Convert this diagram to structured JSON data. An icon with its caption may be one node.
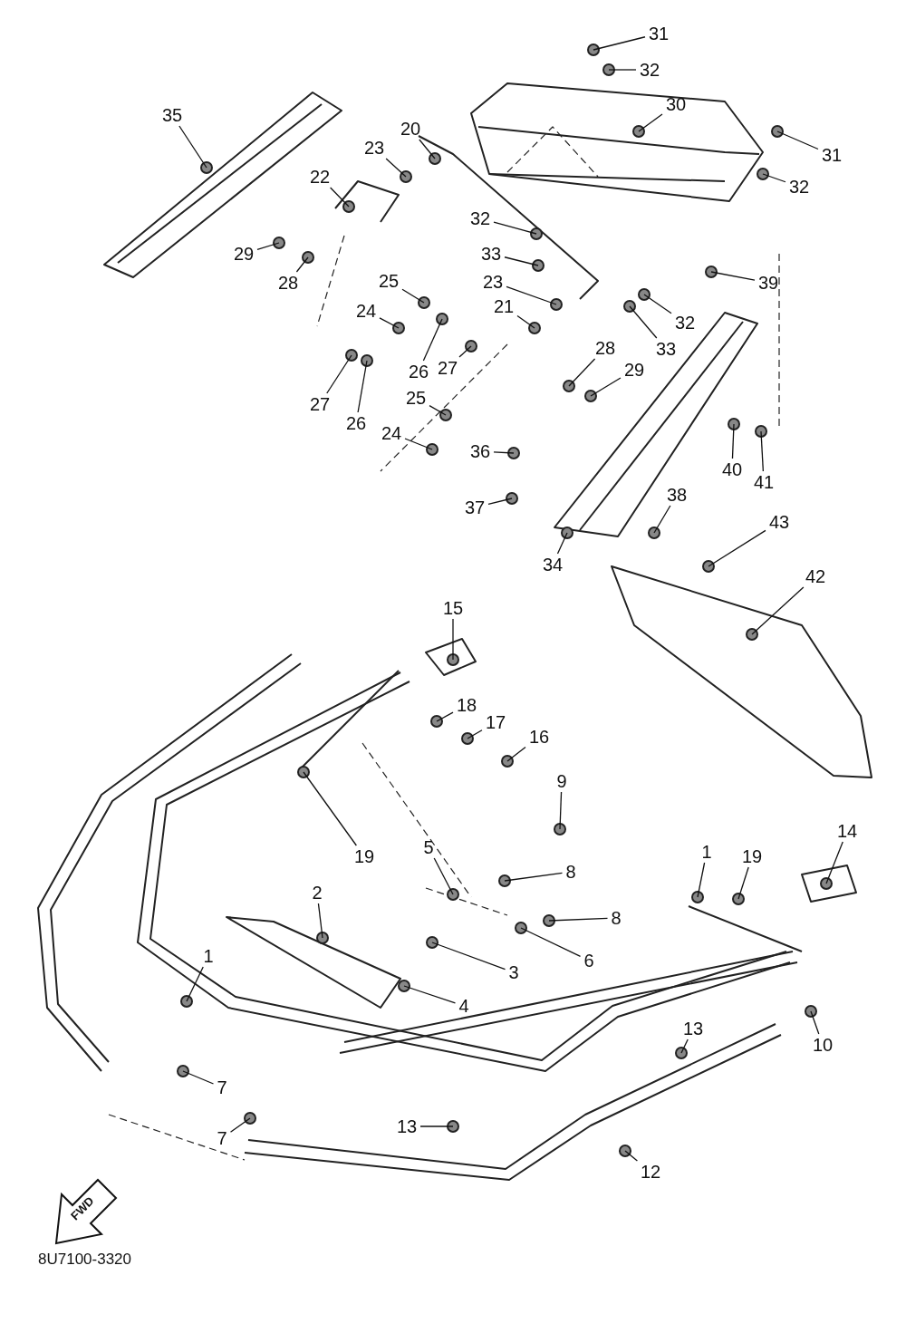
{
  "diagram": {
    "nodes": [
      {
        "text": [
          "31"
        ]
      },
      {
        "text": [
          "32"
        ]
      },
      {
        "text": [
          "30"
        ]
      },
      {
        "text": [
          "35"
        ]
      },
      {
        "text": [
          "20"
        ]
      },
      {
        "text": [
          "23"
        ]
      },
      {
        "text": [
          "31"
        ]
      },
      {
        "text": [
          "22"
        ]
      },
      {
        "text": [
          "32"
        ]
      },
      {
        "text": [
          "32"
        ]
      },
      {
        "text": [
          "29"
        ]
      },
      {
        "text": [
          "33"
        ]
      },
      {
        "text": [
          "28"
        ]
      },
      {
        "text": [
          "39"
        ]
      },
      {
        "text": [
          "23"
        ]
      },
      {
        "text": [
          "25"
        ]
      },
      {
        "text": [
          "24"
        ]
      },
      {
        "text": [
          "21"
        ]
      },
      {
        "text": [
          "32"
        ]
      },
      {
        "text": [
          "33"
        ]
      },
      {
        "text": [
          "28"
        ]
      },
      {
        "text": [
          "26"
        ]
      },
      {
        "text": [
          "27"
        ]
      },
      {
        "text": [
          "29"
        ]
      },
      {
        "text": [
          "25"
        ]
      },
      {
        "text": [
          "27"
        ]
      },
      {
        "text": [
          "26"
        ]
      },
      {
        "text": [
          "24"
        ]
      },
      {
        "text": [
          "36"
        ]
      },
      {
        "text": [
          "40"
        ]
      },
      {
        "text": [
          "41"
        ]
      },
      {
        "text": [
          "38"
        ]
      },
      {
        "text": [
          "37"
        ]
      },
      {
        "text": [
          "43"
        ]
      },
      {
        "text": [
          "34"
        ]
      },
      {
        "text": [
          "42"
        ]
      },
      {
        "text": [
          "15"
        ]
      },
      {
        "text": [
          "18"
        ]
      },
      {
        "text": [
          "17"
        ]
      },
      {
        "text": [
          "16"
        ]
      },
      {
        "text": [
          "9"
        ]
      },
      {
        "text": [
          "5"
        ]
      },
      {
        "text": [
          "14"
        ]
      },
      {
        "text": [
          "1"
        ]
      },
      {
        "text": [
          "19"
        ]
      },
      {
        "text": [
          "19"
        ]
      },
      {
        "text": [
          "8"
        ]
      },
      {
        "text": [
          "2"
        ]
      },
      {
        "text": [
          "8"
        ]
      },
      {
        "text": [
          "6"
        ]
      },
      {
        "text": [
          "3"
        ]
      },
      {
        "text": [
          "1"
        ]
      },
      {
        "text": [
          "4"
        ]
      },
      {
        "text": [
          "13"
        ]
      },
      {
        "text": [
          "10"
        ]
      },
      {
        "text": [
          "7"
        ]
      },
      {
        "text": [
          "13"
        ]
      },
      {
        "text": [
          "7"
        ]
      },
      {
        "text": [
          "12"
        ]
      }
    ],
    "edges": [
      {
        "from": 0,
        "to": null,
        "arrow": "none"
      },
      {
        "from": 1,
        "to": null,
        "arrow": "none"
      },
      {
        "from": 2,
        "to": null,
        "arrow": "none"
      },
      {
        "from": 3,
        "to": null,
        "arrow": "none"
      },
      {
        "from": 4,
        "to": null,
        "arrow": "none"
      },
      {
        "from": 5,
        "to": null,
        "arrow": "none"
      },
      {
        "from": 6,
        "to": null,
        "arrow": "none"
      },
      {
        "from": 7,
        "to": null,
        "arrow": "none"
      },
      {
        "from": 8,
        "to": null,
        "arrow": "none"
      },
      {
        "from": 9,
        "to": null,
        "arrow": "none"
      },
      {
        "from": 10,
        "to": null,
        "arrow": "none"
      },
      {
        "from": 11,
        "to": null,
        "arrow": "none"
      },
      {
        "from": 12,
        "to": null,
        "arrow": "none"
      },
      {
        "from": 13,
        "to": null,
        "arrow": "none"
      },
      {
        "from": 14,
        "to": null,
        "arrow": "none"
      },
      {
        "from": 15,
        "to": null,
        "arrow": "none"
      },
      {
        "from": 16,
        "to": null,
        "arrow": "none"
      },
      {
        "from": 17,
        "to": null,
        "arrow": "none"
      },
      {
        "from": 18,
        "to": null,
        "arrow": "none"
      },
      {
        "from": 19,
        "to": null,
        "arrow": "none"
      },
      {
        "from": 20,
        "to": null,
        "arrow": "none"
      },
      {
        "from": 21,
        "to": null,
        "arrow": "none"
      },
      {
        "from": 22,
        "to": null,
        "arrow": "none"
      },
      {
        "from": 23,
        "to": null,
        "arrow": "none"
      },
      {
        "from": 24,
        "to": null,
        "arrow": "none"
      },
      {
        "from": 25,
        "to": null,
        "arrow": "none"
      },
      {
        "from": 26,
        "to": null,
        "arrow": "none"
      },
      {
        "from": 27,
        "to": null,
        "arrow": "none"
      },
      {
        "from": 28,
        "to": null,
        "arrow": "none"
      },
      {
        "from": 29,
        "to": null,
        "arrow": "none"
      },
      {
        "from": 30,
        "to": null,
        "arrow": "none"
      },
      {
        "from": 31,
        "to": null,
        "arrow": "none"
      },
      {
        "from": 32,
        "to": null,
        "arrow": "none"
      },
      {
        "from": 33,
        "to": null,
        "arrow": "none"
      },
      {
        "from": 34,
        "to": null,
        "arrow": "none"
      },
      {
        "from": 35,
        "to": null,
        "arrow": "none"
      },
      {
        "from": 36,
        "to": null,
        "arrow": "none"
      },
      {
        "from": 37,
        "to": null,
        "arrow": "none"
      },
      {
        "from": 38,
        "to": null,
        "arrow": "none"
      },
      {
        "from": 39,
        "to": null,
        "arrow": "none"
      },
      {
        "from": 40,
        "to": null,
        "arrow": "none"
      },
      {
        "from": 41,
        "to": null,
        "arrow": "none"
      },
      {
        "from": 42,
        "to": null,
        "arrow": "none"
      },
      {
        "from": 43,
        "to": null,
        "arrow": "none"
      },
      {
        "from": 44,
        "to": null,
        "arrow": "none"
      },
      {
        "from": 45,
        "to": null,
        "arrow": "none"
      },
      {
        "from": 46,
        "to": null,
        "arrow": "none"
      },
      {
        "from": 47,
        "to": null,
        "arrow": "none"
      },
      {
        "from": 48,
        "to": null,
        "arrow": "none"
      },
      {
        "from": 49,
        "to": null,
        "arrow": "none"
      },
      {
        "from": 50,
        "to": null,
        "arrow": "none"
      },
      {
        "from": 51,
        "to": null,
        "arrow": "none"
      },
      {
        "from": 52,
        "to": null,
        "arrow": "none"
      },
      {
        "from": 53,
        "to": null,
        "arrow": "none"
      },
      {
        "from": 54,
        "to": null,
        "arrow": "none"
      },
      {
        "from": 55,
        "to": null,
        "arrow": "none"
      },
      {
        "from": 56,
        "to": null,
        "arrow": "none"
      },
      {
        "from": 57,
        "to": null,
        "arrow": "none"
      },
      {
        "from": 58,
        "to": null,
        "arrow": "none"
      }
    ],
    "labels": [
      "FWD",
      "8U7100-3320"
    ]
  }
}
